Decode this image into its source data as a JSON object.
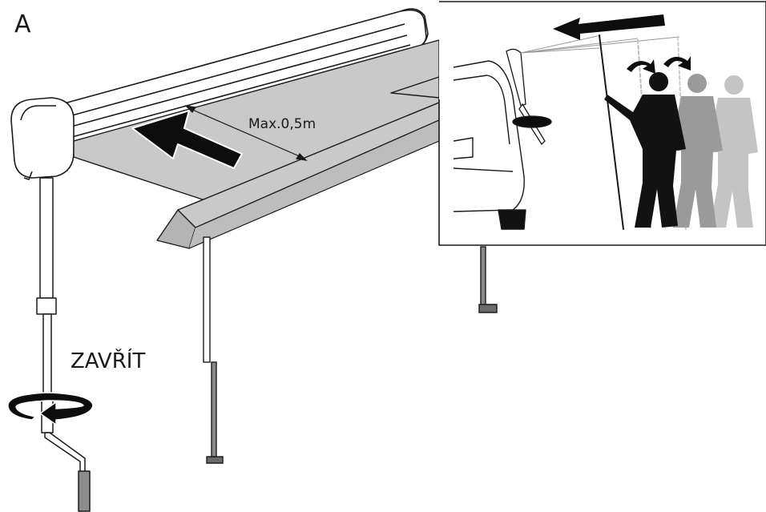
{
  "figure": {
    "panel_letter": "A",
    "measurement_label": "Max.0,5m",
    "action_label": "ZAVŘÍT"
  },
  "colors": {
    "ink": "#1a1a1a",
    "fabric": "#c9c9c9",
    "fabric_edge": "#b4b4b4",
    "arrow_fill": "#0d0d0d",
    "silhouette_front": "#121212",
    "silhouette_back": "#9a9a9a",
    "silhouette_far": "#c4c4c4"
  },
  "icons": {
    "rotation": "rotation-arrow-icon",
    "direction": "direction-arrow-icon"
  }
}
